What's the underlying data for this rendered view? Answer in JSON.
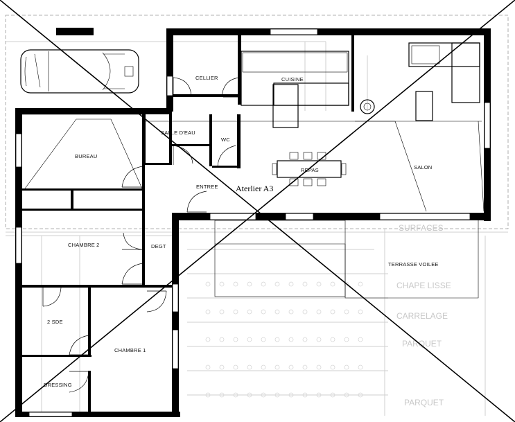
{
  "plan": {
    "watermark": "Aterlier A3",
    "rooms": {
      "cellier": "CELLIER",
      "cuisine": "CUISINE",
      "salle_deau": "SALLE D'EAU",
      "wc": "WC",
      "bureau": "BUREAU",
      "repas": "REPAS",
      "salon": "SALON",
      "entree": "ENTREE",
      "chambre2": "CHAMBRE 2",
      "degt": "DEGT",
      "sde": "2 SDE",
      "chambre1": "CHAMBRE 1",
      "dressing": "DRESSING",
      "terrasse": "TERRASSE VOILEE"
    },
    "legend_ghost": [
      "SURFACES",
      "CHAPE LISSE",
      "CARRELAGE",
      "PARQUET",
      "PARQUET"
    ]
  }
}
